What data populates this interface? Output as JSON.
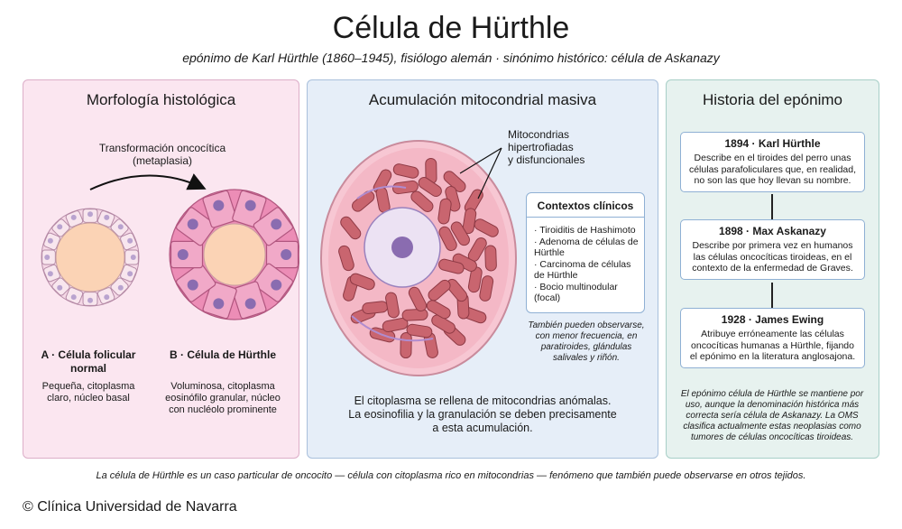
{
  "header": {
    "title": "Célula de Hürthle",
    "subtitle": "epónimo de Karl Hürthle (1860–1945), fisiólogo alemán · sinónimo histórico: célula de Askanazy"
  },
  "left_panel": {
    "title": "Morfología histológica",
    "arrow_label_1": "Transformación oncocítica",
    "arrow_label_2": "(metaplasia)",
    "cell_a": {
      "title_1": "A · Célula folicular",
      "title_2": "normal",
      "desc_1": "Pequeña, citoplasma",
      "desc_2": "claro, núcleo basal"
    },
    "cell_b": {
      "title_1": "B · Célula de Hürthle",
      "desc_1": "Voluminosa, citoplasma",
      "desc_2": "eosinófilo granular, núcleo",
      "desc_3": "con nucléolo prominente"
    }
  },
  "mid_panel": {
    "title": "Acumulación mitocondrial masiva",
    "label_1": "Mitocondrias",
    "label_2": "hipertrofiadas",
    "label_3": "y disfuncionales",
    "clinic": {
      "head": "Contextos clínicos",
      "items": [
        "· Tiroiditis de Hashimoto",
        "· Adenoma de células de",
        "Hürthle",
        "· Carcinoma de células",
        "de Hürthle",
        "· Bocio multinodular",
        "(focal)"
      ]
    },
    "also_1": "También pueden observarse,",
    "also_2": "con menor frecuencia, en",
    "also_3": "paratiroides, glándulas",
    "also_4": "salivales y riñón.",
    "bottom_1": "El citoplasma se rellena de mitocondrias anómalas.",
    "bottom_2": "La eosinofilia y la granulación se deben precisamente",
    "bottom_3": "a esta acumulación."
  },
  "right_panel": {
    "title": "Historia del epónimo",
    "events": [
      {
        "year": "1894 · Karl Hürthle",
        "t1": "Describe en el tiroides del perro unas",
        "t2": "células parafoliculares que, en realidad,",
        "t3": "no son las que hoy llevan su nombre."
      },
      {
        "year": "1898 · Max Askanazy",
        "t1": "Describe por primera vez en humanos",
        "t2": "las células oncocíticas tiroideas, en el",
        "t3": "contexto de la enfermedad de Graves."
      },
      {
        "year": "1928 · James Ewing",
        "t1": "Atribuye erróneamente las células",
        "t2": "oncocíticas humanas a Hürthle, fijando",
        "t3": "el epónimo en la literatura anglosajona."
      }
    ],
    "note_1": "El epónimo célula de Hürthle se mantiene por",
    "note_2": "uso, aunque la denominación histórica más",
    "note_3": "correcta sería célula de Askanazy. La OMS",
    "note_4": "clasifica actualmente estas neoplasias como",
    "note_5": "tumores de células oncocíticas tiroideas."
  },
  "footer": "La célula de Hürthle es un caso particular de oncocito — célula con citoplasma rico en mitocondrias — fenómeno que también puede observarse en otros tejidos.",
  "copyright": "© Clínica Universidad de Navarra",
  "colors": {
    "left_bg": "#fbe6f0",
    "mid_bg": "#e6eef8",
    "right_bg": "#e7f2ef",
    "cell_pink": "#f1a9c8",
    "mito": "#c9656f",
    "nucleus": "#8a6cb0"
  }
}
